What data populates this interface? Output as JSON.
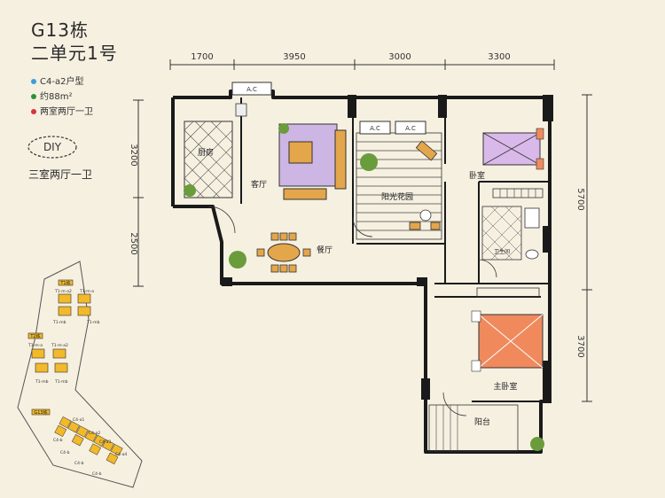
{
  "header": {
    "building": "G13栋",
    "unit": "二单元1号"
  },
  "legend": [
    {
      "text": "C4-a2户型",
      "color": "#3a9fd8"
    },
    {
      "text": "约88m²",
      "color": "#2f8f3a"
    },
    {
      "text": "两室两厅一卫",
      "color": "#d8353a"
    }
  ],
  "badge": {
    "label": "DIY",
    "caption": "三室两厅一卫"
  },
  "dimensions": {
    "top": [
      "1700",
      "3950",
      "3000",
      "3300"
    ],
    "left": [
      "3200",
      "2500"
    ],
    "right": [
      "5700",
      "3700"
    ]
  },
  "rooms": {
    "kitchen": "厨房",
    "living": "客厅",
    "sunroom": "阳光花园",
    "bedroom": "卧室",
    "dining": "餐厅",
    "bathroom": "卫生间",
    "master": "主卧室",
    "balcony": "阳台"
  },
  "ac_labels": [
    "A.C",
    "A.C",
    "A.C"
  ],
  "siteplan": {
    "blocks": [
      {
        "label": "T1栋",
        "units": [
          "T1-m-a2",
          "T1-m-a",
          "T1-mb",
          "T1-mb"
        ]
      },
      {
        "label": "T2栋",
        "units": [
          "T1-m-a",
          "T1-m-a2",
          "T1-mb",
          "T1-mb"
        ]
      },
      {
        "label": "G13栋",
        "units": [
          "C4-a1",
          "C4-a2",
          "C4-a3",
          "C4-a4",
          "C4-b",
          "C4-b",
          "C4-b",
          "C4-b"
        ]
      }
    ]
  },
  "colors": {
    "wall": "#1a1a1a",
    "living_rug": "#cdb6e3",
    "sofa": "#e4a64a",
    "bed_master": "#f08a5d",
    "bed_small": "#d9b9ea",
    "plant": "#6a9c3b",
    "unit_block": "#f2b92a"
  }
}
